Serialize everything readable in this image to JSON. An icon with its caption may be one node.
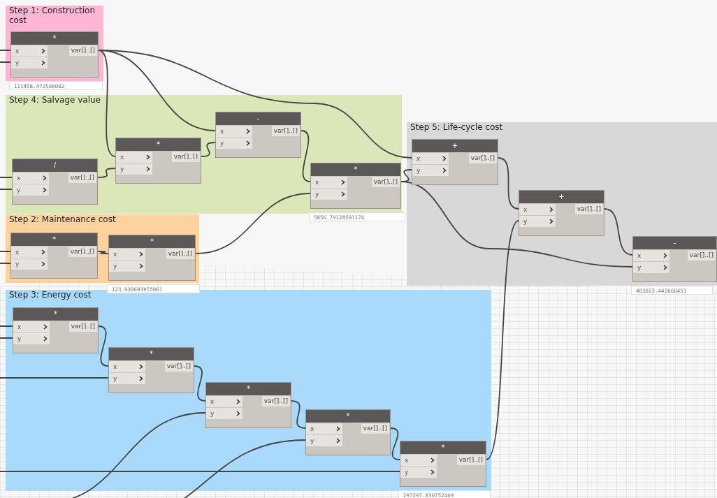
{
  "diagram": {
    "nodes": [
      {
        "text": [
          "Step 1: Construction cost"
        ]
      },
      {
        "text": [
          "*",
          "x",
          "y",
          "var[]..[]"
        ],
        "in": 0,
        "beside": [
          "111458.472500002"
        ]
      },
      {
        "text": [
          "Step 4: Salvage value"
        ]
      },
      {
        "text": [
          "/",
          "x",
          "y",
          "var[]..[]"
        ],
        "in": 2
      },
      {
        "text": [
          "*",
          "x",
          "y",
          "var[]..[]"
        ],
        "in": 2
      },
      {
        "text": [
          "-",
          "x",
          "y",
          "var[]..[]"
        ],
        "in": 2
      },
      {
        "text": [
          "*",
          "x",
          "y",
          "var[]..[]"
        ],
        "in": 2,
        "beside": [
          "5856.79128591174"
        ]
      },
      {
        "text": [
          "Step 5: Life-cycle cost"
        ]
      },
      {
        "text": [
          "+",
          "x",
          "y",
          "var[]..[]"
        ],
        "in": 7
      },
      {
        "text": [
          "+",
          "x",
          "y",
          "var[]..[]"
        ],
        "in": 7
      },
      {
        "text": [
          "-",
          "x",
          "y",
          "var[]..[]"
        ],
        "in": 7,
        "beside": [
          "403023.442660453"
        ]
      },
      {
        "text": [
          "Step 2: Maintenance cost"
        ]
      },
      {
        "text": [
          "*",
          "x",
          "y",
          "var[]..[]"
        ],
        "in": 11
      },
      {
        "text": [
          "*",
          "x",
          "y",
          "var[]..[]"
        ],
        "in": 11,
        "beside": [
          "123.930693955061"
        ]
      },
      {
        "text": [
          "Step 3: Energy cost"
        ]
      },
      {
        "text": [
          "*",
          "x",
          "y",
          "var[]..[]"
        ],
        "in": 14
      },
      {
        "text": [
          "*",
          "x",
          "y",
          "var[]..[]"
        ],
        "in": 14
      },
      {
        "text": [
          "*",
          "x",
          "y",
          "var[]..[]"
        ],
        "in": 14
      },
      {
        "text": [
          "*",
          "x",
          "y",
          "var[]..[]"
        ],
        "in": 14
      },
      {
        "text": [
          "*",
          "x",
          "y",
          "var[]..[]"
        ],
        "in": 14,
        "beside": [
          "297297.830752409"
        ]
      }
    ],
    "edges": [
      {
        "from": 1,
        "to": 4,
        "arrow": "none"
      },
      {
        "from": 1,
        "to": 5,
        "arrow": "none"
      },
      {
        "from": 1,
        "to": 8,
        "arrow": "none"
      },
      {
        "from": 3,
        "to": 4,
        "arrow": "none"
      },
      {
        "from": 4,
        "to": 5,
        "arrow": "none"
      },
      {
        "from": 5,
        "to": 6,
        "arrow": "none"
      },
      {
        "from": 13,
        "to": 6,
        "arrow": "none"
      },
      {
        "from": 6,
        "to": 8,
        "arrow": "none"
      },
      {
        "from": 6,
        "to": 10,
        "arrow": "none"
      },
      {
        "from": 8,
        "to": 9,
        "arrow": "none"
      },
      {
        "from": 19,
        "to": 9,
        "arrow": "none"
      },
      {
        "from": 9,
        "to": 10,
        "arrow": "none"
      },
      {
        "from": 12,
        "to": 13,
        "arrow": "none"
      },
      {
        "from": 15,
        "to": 16,
        "arrow": "none"
      },
      {
        "from": 16,
        "to": 17,
        "arrow": "none"
      },
      {
        "from": 17,
        "to": 18,
        "arrow": "none"
      },
      {
        "from": 18,
        "to": 19,
        "arrow": "none"
      },
      {
        "from": null,
        "to": 1,
        "arrow": "none"
      },
      {
        "from": null,
        "to": 1,
        "arrow": "none"
      },
      {
        "from": null,
        "to": 3,
        "arrow": "none"
      },
      {
        "from": null,
        "to": 3,
        "arrow": "none"
      },
      {
        "from": null,
        "to": 12,
        "arrow": "none"
      },
      {
        "from": null,
        "to": 12,
        "arrow": "none"
      },
      {
        "from": null,
        "to": 15,
        "arrow": "none"
      },
      {
        "from": null,
        "to": 15,
        "arrow": "none"
      },
      {
        "from": null,
        "to": 16,
        "arrow": "none"
      },
      {
        "from": null,
        "to": 17,
        "arrow": "none"
      },
      {
        "from": null,
        "to": 18,
        "arrow": "none"
      },
      {
        "from": null,
        "to": 19,
        "arrow": "none"
      }
    ]
  }
}
